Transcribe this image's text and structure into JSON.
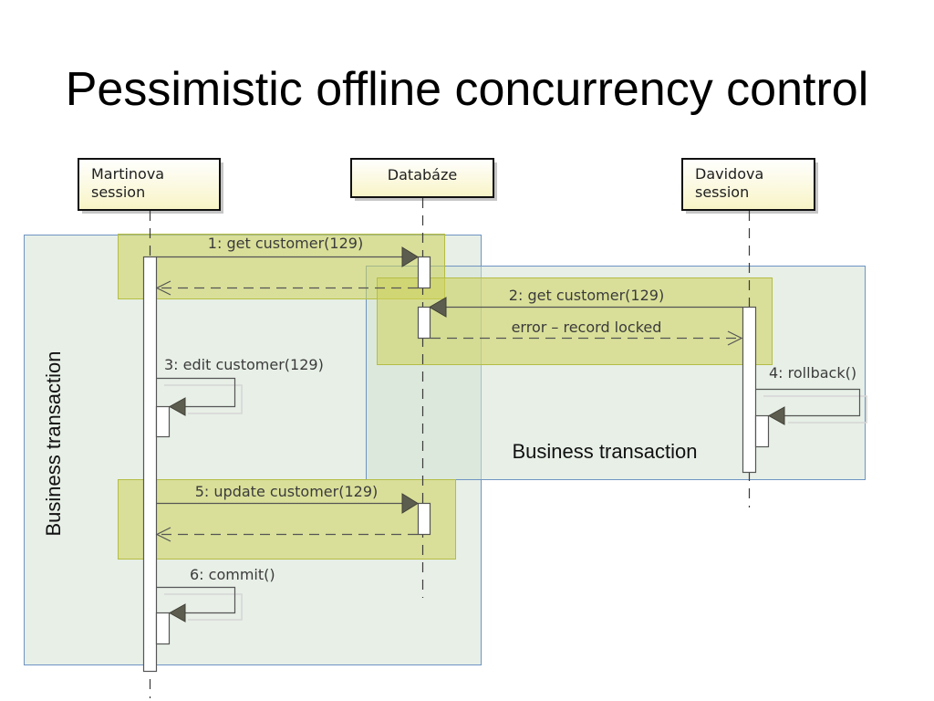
{
  "slide": {
    "title": "Pessimistic offline concurrency control"
  },
  "diagram": {
    "lifelines": {
      "martinova": {
        "line1": "Martinova",
        "line2": "session"
      },
      "databaze": {
        "label": "Databáze"
      },
      "davidova": {
        "line1": "Davidova",
        "line2": "session"
      }
    },
    "messages": {
      "m1": "1: get customer(129)",
      "m2": "2: get customer(129)",
      "m2_reply": "error – record locked",
      "m3": "3: edit customer(129)",
      "m4": "4: rollback()",
      "m5": "5: update customer(129)",
      "m6": "6: commit()"
    },
    "transactions": {
      "martinova": "Business transaction",
      "davidova": "Business transaction"
    }
  },
  "colors": {
    "transaction_fill": "#d3e2d4",
    "lock_fill": "#cdd25a",
    "lifeline_head_fill": "#f8f4c6"
  }
}
